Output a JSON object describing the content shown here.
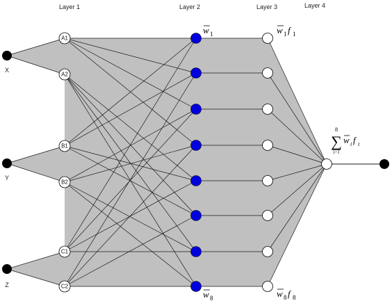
{
  "layers": {
    "layer1": "Layer 1",
    "layer2": "Layer 2",
    "layer3": "Layer 3",
    "layer4": "Layer 4"
  },
  "inputs": [
    "X",
    "Y",
    "Z"
  ],
  "membership_nodes": [
    "A1",
    "A2",
    "B1",
    "B2",
    "C1",
    "C2"
  ],
  "layer2": {
    "first_weight": {
      "symbol": "w",
      "subscript": "1"
    },
    "last_weight": {
      "symbol": "w",
      "subscript": "8"
    }
  },
  "layer3": {
    "first_term": {
      "w": "w",
      "w_sub": "1",
      "f": "f",
      "f_sub": "1"
    },
    "last_term": {
      "w": "w",
      "w_sub": "8",
      "f": "f",
      "f_sub": "8"
    }
  },
  "layer4": {
    "sum_symbol": "∑",
    "upper_limit": "8",
    "lower_limit": "i=1",
    "w": "w",
    "w_sub": "i",
    "f": "f",
    "f_sub": "i"
  },
  "colors": {
    "shade": "#c0c0c0",
    "rule_node": "#0000dd",
    "io_node": "#000000",
    "plain_node": "#ffffff"
  }
}
